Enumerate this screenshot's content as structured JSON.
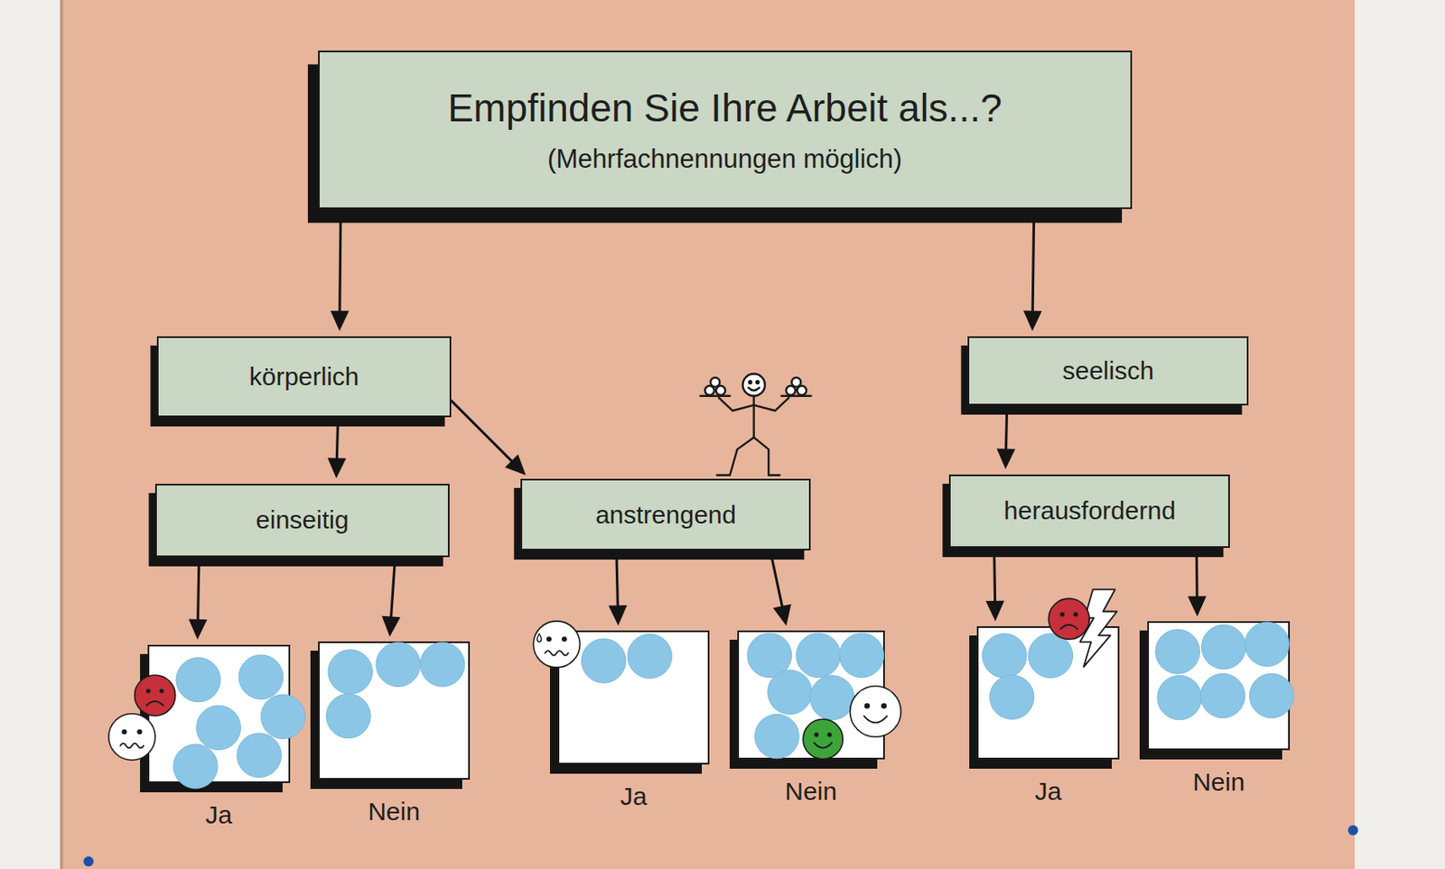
{
  "diagram": {
    "nodes": [
      {
        "text": [
          "Empfinden Sie Ihre Arbeit als...?",
          "(Mehrfachnennungen möglich)"
        ]
      },
      {
        "text": [
          "körperlich"
        ]
      },
      {
        "text": [
          "seelisch"
        ]
      },
      {
        "text": [
          "einseitig"
        ]
      },
      {
        "text": [
          "anstrengend"
        ]
      },
      {
        "text": [
          "herausfordernd"
        ]
      },
      {
        "text": [
          "Ja"
        ]
      },
      {
        "text": [
          "Nein"
        ]
      },
      {
        "text": [
          "Ja"
        ]
      },
      {
        "text": [
          "Nein"
        ]
      },
      {
        "text": [
          "Ja"
        ]
      },
      {
        "text": [
          "Nein"
        ]
      }
    ],
    "edges": [
      {
        "from": 0,
        "to": 1,
        "arrow": "to"
      },
      {
        "from": 0,
        "to": 2,
        "arrow": "to"
      },
      {
        "from": 1,
        "to": 3,
        "arrow": "to"
      },
      {
        "from": 1,
        "to": 4,
        "arrow": "to"
      },
      {
        "from": 2,
        "to": 5,
        "arrow": "to"
      },
      {
        "from": 3,
        "to": 6,
        "arrow": "to"
      },
      {
        "from": 3,
        "to": 7,
        "arrow": "to"
      },
      {
        "from": 4,
        "to": 8,
        "arrow": "to"
      },
      {
        "from": 4,
        "to": 9,
        "arrow": "to"
      },
      {
        "from": 5,
        "to": 10,
        "arrow": "to"
      },
      {
        "from": 5,
        "to": 11,
        "arrow": "to"
      }
    ]
  }
}
